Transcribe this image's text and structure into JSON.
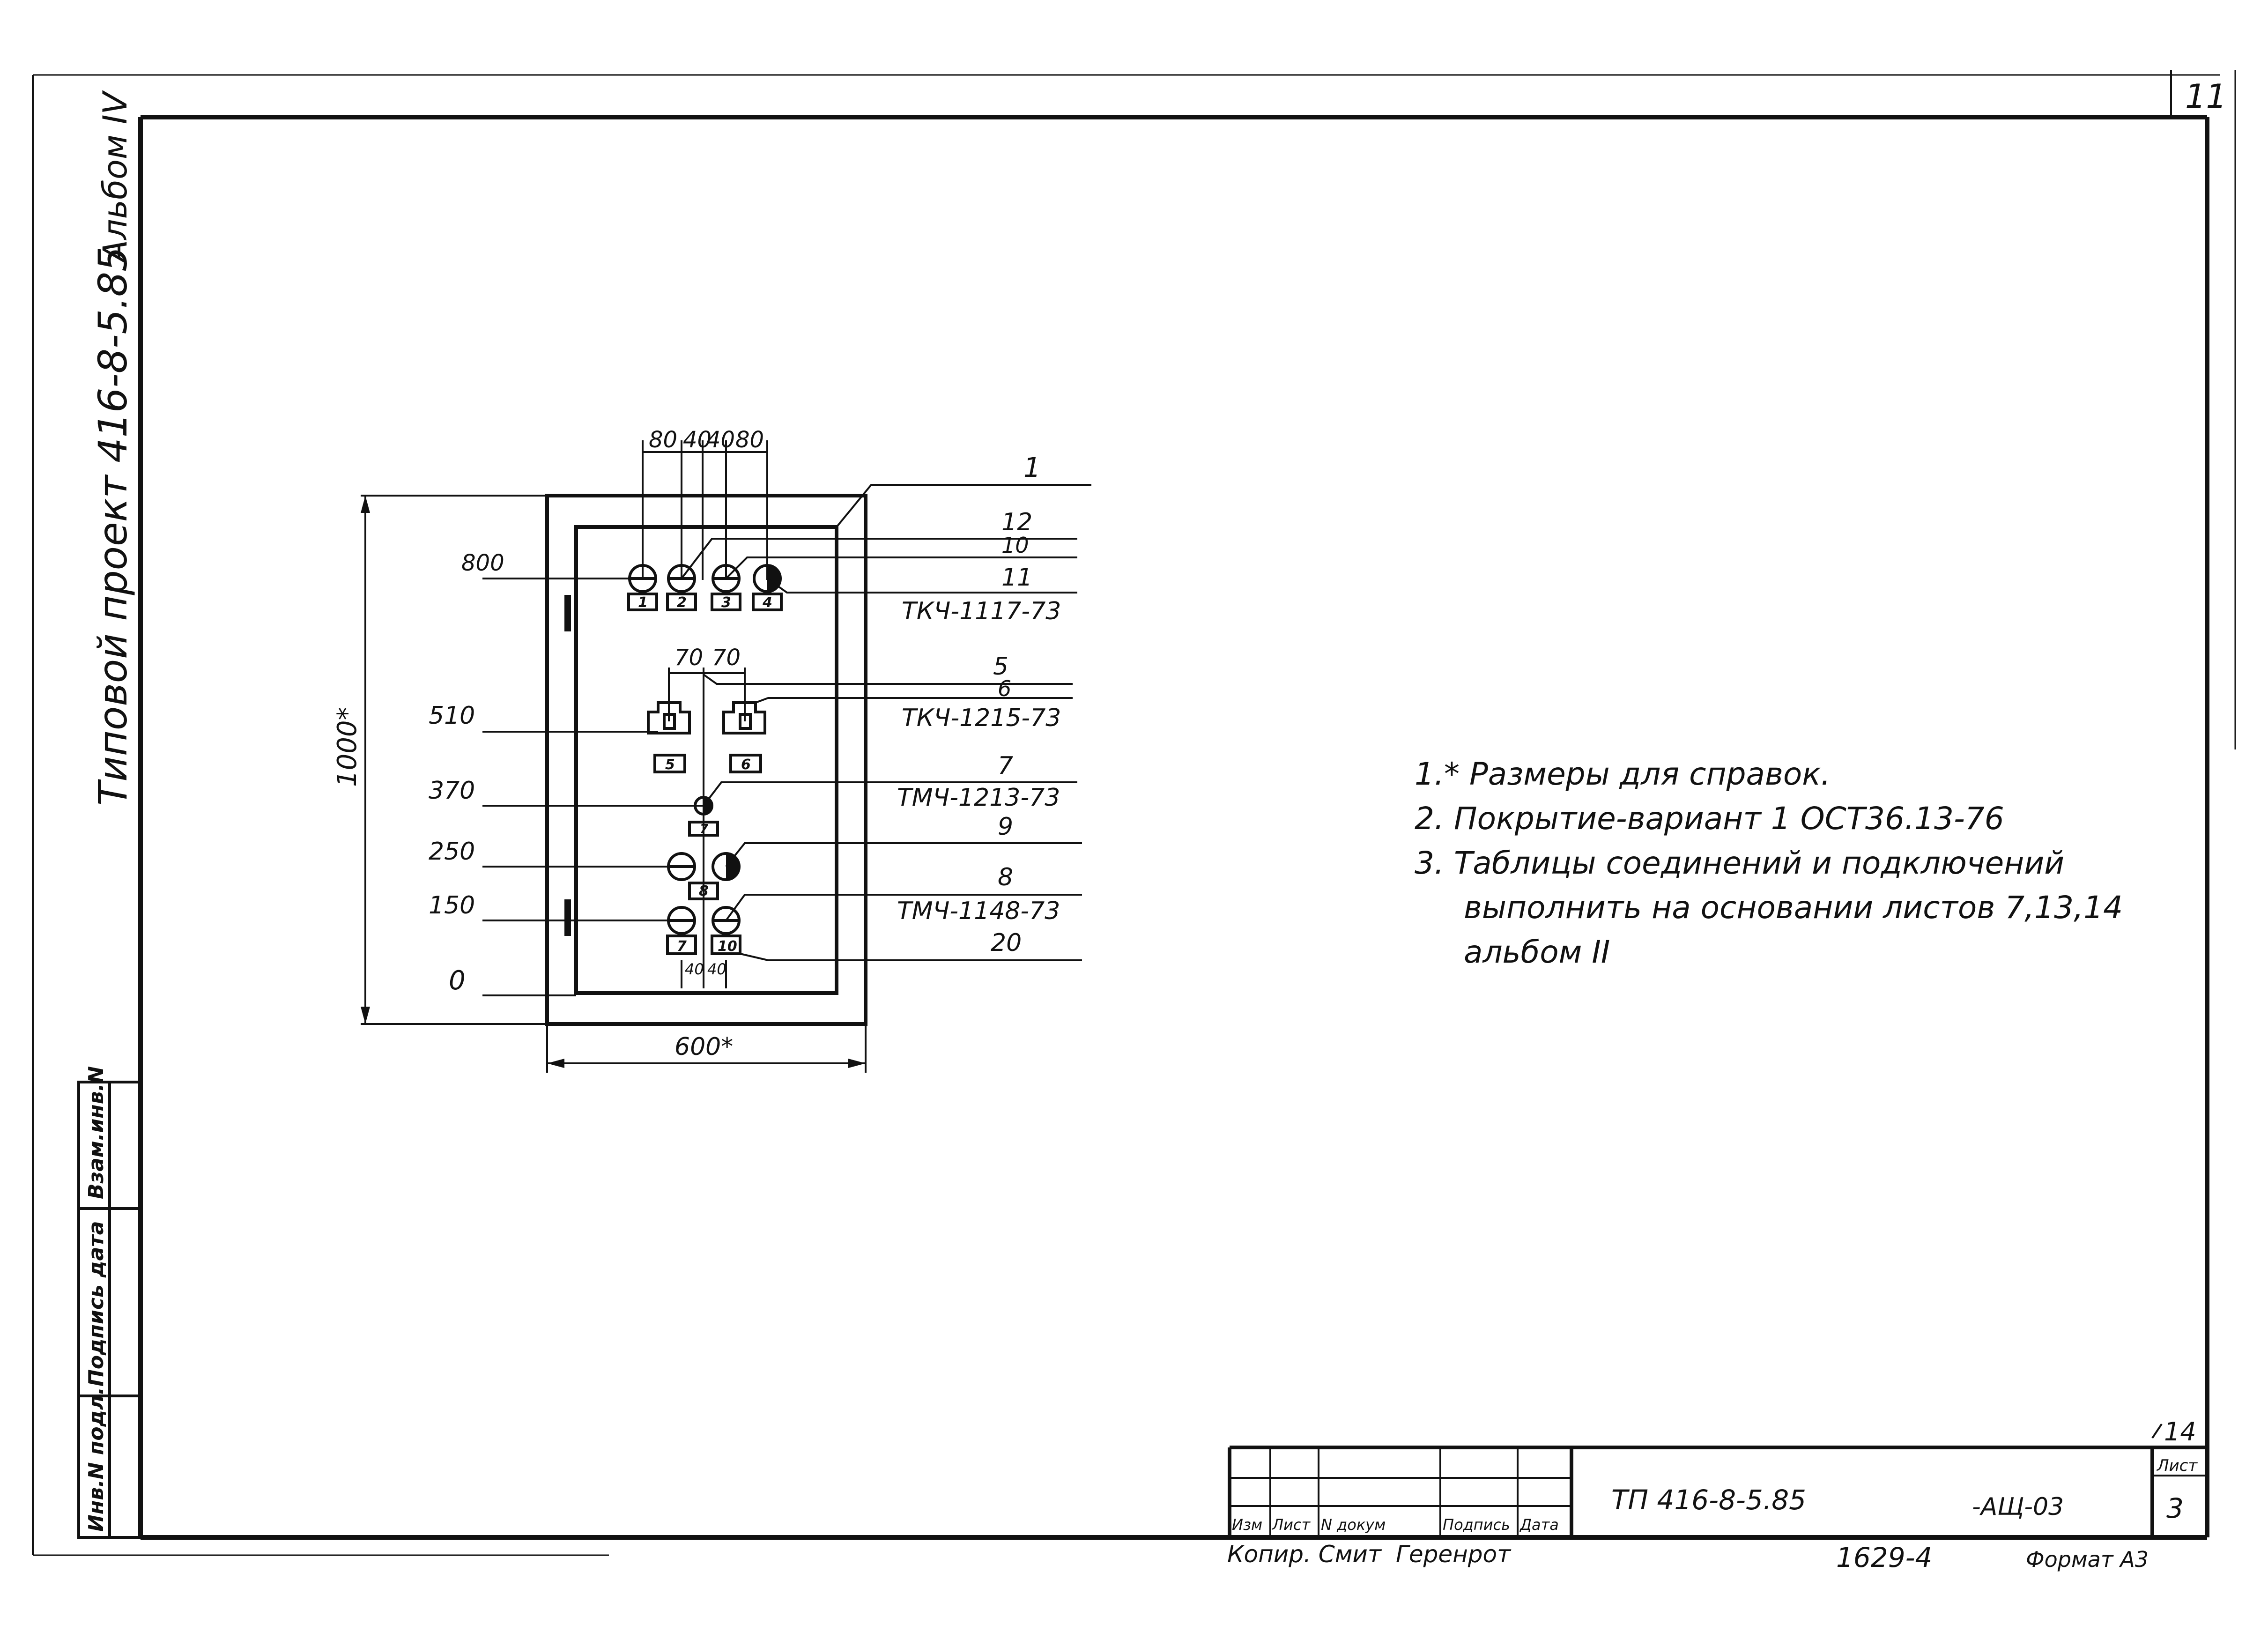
{
  "margin": {
    "project": "Типовой проект 416-8-5.85",
    "album": "Альбом IV",
    "stamp_inv_orig": "Инв.N подл.",
    "stamp_sign_date": "Подпись дата",
    "stamp_replace": "Взам.инв.N"
  },
  "corner_mark": "11",
  "drawing": {
    "dims": {
      "top_80a": "80",
      "top_40a": "40",
      "top_40b": "40",
      "top_80b": "80",
      "mid_70a": "70",
      "mid_70b": "70",
      "y800": "800",
      "y510": "510",
      "y370": "370",
      "y250": "250",
      "y150": "150",
      "y0": "0",
      "height": "1000*",
      "width": "600*",
      "bot_40a": "40",
      "bot_40b": "40"
    },
    "callouts": {
      "c1": "1",
      "c12": "12",
      "c10": "10",
      "c11": "11",
      "t1": "ТКЧ-1117-73",
      "c5": "5",
      "c6": "6",
      "t2": "ТКЧ-1215-73",
      "c7": "7",
      "t3": "ТМЧ-1213-73",
      "c9": "9",
      "c8": "8",
      "t4": "ТМЧ-1148-73",
      "c20": "20"
    },
    "tags": {
      "r1": [
        "1",
        "2",
        "3",
        "4"
      ],
      "r2": [
        "5",
        "6"
      ],
      "r3": "7",
      "r4": "8",
      "r5": [
        "7",
        "10"
      ]
    }
  },
  "notes": [
    "1.* Размеры для справок.",
    "2. Покрытие-вариант 1 ОСТ36.13-76",
    "3. Таблицы соединений и подключений",
    "выполнить на основании листов 7,13,14",
    "альбом II"
  ],
  "title_block": {
    "col_labels": [
      "Изм",
      "Лист",
      "N докум",
      "Подпись",
      "Дата"
    ],
    "designation": "ТП 416-8-5.85",
    "code": "-АЩ-03",
    "sheet_label": "Лист",
    "sheet_number": "3",
    "sheet_extra": "14",
    "copied": "Копир. Смит",
    "copied2": "Геренрот",
    "order": "1629-4",
    "format": "Формат А3"
  }
}
